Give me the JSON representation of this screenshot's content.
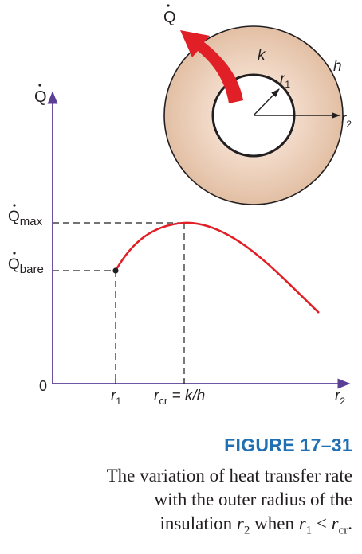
{
  "diagram": {
    "top_dot_q_label": "Q",
    "k_label": "k",
    "h_label": "h",
    "r1_label": "r",
    "r1_sub": "1",
    "r2_label": "r",
    "r2_sub": "2",
    "y_axis_label": "Q",
    "q_max_label": "Q",
    "q_max_sub": "max",
    "q_bare_label": "Q",
    "q_bare_sub": "bare",
    "origin_label": "0",
    "x_r1_label": "r",
    "x_r1_sub": "1",
    "x_rcr_label": "r",
    "x_rcr_sub": "cr",
    "x_rcr_eq": "= k/h",
    "x_r2_label": "r",
    "x_r2_sub": "2",
    "colors": {
      "insulation": "#e6c5ab",
      "curve": "#e01f26",
      "axis": "#5b3f96",
      "ink": "#231f20"
    }
  },
  "figure": {
    "number": "FIGURE 17–31",
    "caption_line1": "The variation of heat transfer rate",
    "caption_line2": "with the outer radius of the",
    "caption_line3_a": "insulation ",
    "caption_line3_r2": "r",
    "caption_line3_r2_sub": "2",
    "caption_line3_b": " when ",
    "caption_line3_r1": "r",
    "caption_line3_r1_sub": "1",
    "caption_line3_lt": " < ",
    "caption_line3_rcr": "r",
    "caption_line3_rcr_sub": "cr",
    "caption_line3_end": "."
  }
}
